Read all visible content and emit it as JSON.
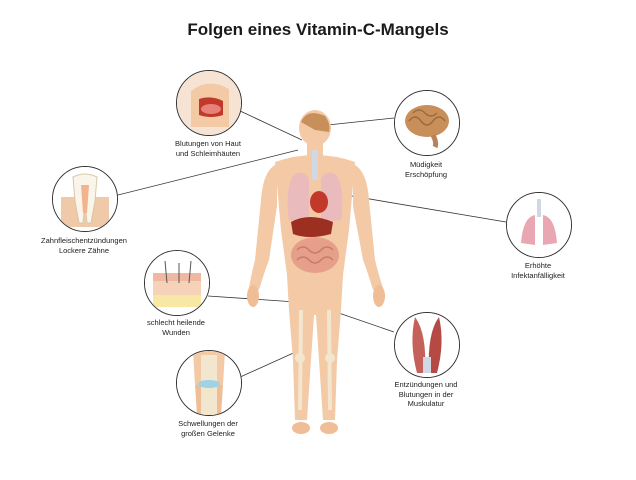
{
  "title": "Folgen eines Vitamin-C-Mangels",
  "callouts": {
    "mouth": {
      "line1": "Blutungen von Haut",
      "line2": "und Schleimhäuten",
      "icon": "mouth-cross-section-icon"
    },
    "brain": {
      "line1": "Müdigkeit",
      "line2": "Erschöpfung",
      "icon": "brain-icon"
    },
    "tooth": {
      "line1": "Zahnfleischentzündungen",
      "line2": "Lockere Zähne",
      "icon": "tooth-icon"
    },
    "lungs": {
      "line1": "Erhöhte",
      "line2": "Infektanfälligkeit",
      "icon": "lungs-icon"
    },
    "skin": {
      "line1": "schlecht heilende",
      "line2": "Wunden",
      "icon": "skin-layers-icon"
    },
    "muscle": {
      "line1": "Entzündungen und",
      "line2": "Blutungen in der",
      "line3": "Muskulatur",
      "icon": "muscle-icon"
    },
    "knee": {
      "line1": "Schwellungen der",
      "line2": "großen Gelenke",
      "icon": "knee-joint-icon"
    }
  },
  "colors": {
    "skin": "#f3c9a6",
    "skin_shadow": "#e3a882",
    "organ_red": "#c0392b",
    "lung_pink": "#e8b9c0",
    "bone": "#f3e6cf",
    "brain": "#c98f5a",
    "line": "#333333"
  }
}
